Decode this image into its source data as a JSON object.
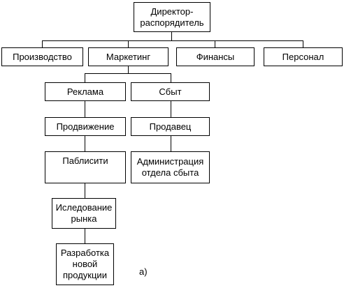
{
  "nodes": {
    "director": "Директор-\nраспорядитель",
    "production": "Производство",
    "marketing": "Маркетинг",
    "finance": "Финансы",
    "personnel": "Персонал",
    "advertising": "Реклама",
    "sales": "Сбыт",
    "promotion": "Продвижение",
    "seller": "Продавец",
    "publicity": "Паблисити",
    "sales_admin": "Администрация\nотдела сбыта",
    "market_research": "Иследование\nрынка",
    "product_dev": "Разработка\nновой\nпродукции"
  },
  "caption": "а)",
  "edges": [
    [
      "director",
      "production"
    ],
    [
      "director",
      "marketing"
    ],
    [
      "director",
      "finance"
    ],
    [
      "director",
      "personnel"
    ],
    [
      "marketing",
      "advertising"
    ],
    [
      "marketing",
      "sales"
    ],
    [
      "advertising",
      "promotion"
    ],
    [
      "promotion",
      "publicity"
    ],
    [
      "publicity",
      "market_research"
    ],
    [
      "market_research",
      "product_dev"
    ],
    [
      "sales",
      "seller"
    ],
    [
      "seller",
      "sales_admin"
    ]
  ]
}
